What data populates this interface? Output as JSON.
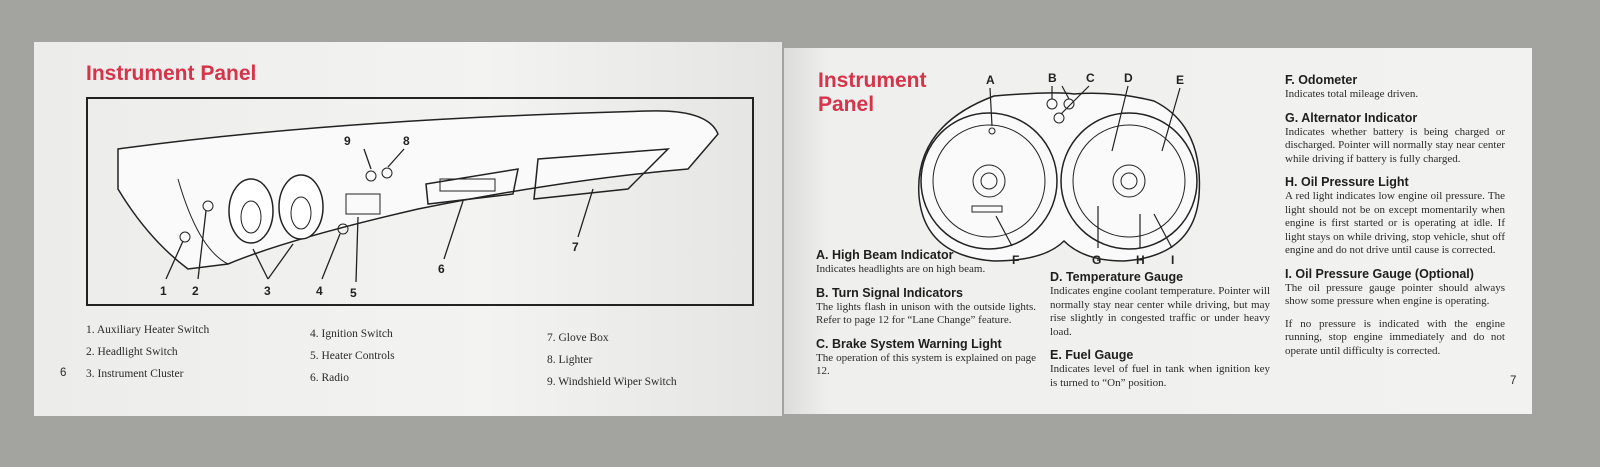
{
  "left_page": {
    "title": "Instrument Panel",
    "page_number": "6",
    "callouts": [
      "1",
      "2",
      "3",
      "4",
      "5",
      "6",
      "7",
      "8",
      "9"
    ],
    "legend": [
      "1. Auxiliary Heater Switch",
      "2. Headlight Switch",
      "3. Instrument Cluster",
      "4. Ignition Switch",
      "5. Heater Controls",
      "6. Radio",
      "7. Glove Box",
      "8. Lighter",
      "9. Windshield Wiper Switch"
    ]
  },
  "right_page": {
    "title_line1": "Instrument",
    "title_line2": "Panel",
    "page_number": "7",
    "callouts": [
      "A",
      "B",
      "C",
      "D",
      "E",
      "F",
      "G",
      "H",
      "I"
    ],
    "sections": [
      {
        "heading": "A. High Beam Indicator",
        "body": "Indicates headlights are on high beam."
      },
      {
        "heading": "B. Turn Signal Indicators",
        "body": "The lights flash in unison with the outside lights. Refer to page 12 for “Lane Change” feature."
      },
      {
        "heading": "C. Brake System Warning Light",
        "body": "The operation of this system is explained on page 12."
      },
      {
        "heading": "D. Temperature Gauge",
        "body": "Indicates engine coolant temperature. Pointer will normally stay near center while driving, but may rise slightly in congested traffic or under heavy load."
      },
      {
        "heading": "E. Fuel Gauge",
        "body": "Indicates level of fuel in tank when ignition key is turned to “On” position."
      },
      {
        "heading": "F. Odometer",
        "body": "Indicates total mileage driven."
      },
      {
        "heading": "G. Alternator Indicator",
        "body": "Indicates whether battery is being charged or discharged. Pointer will normally stay near center while driving if battery is fully charged."
      },
      {
        "heading": "H. Oil Pressure Light",
        "body": "A red light indicates low engine oil pressure. The light should not be on except momentarily when engine is first started or is operating at idle. If light stays on while driving, stop vehicle, shut off engine and do not drive until cause is corrected."
      },
      {
        "heading": "I. Oil Pressure Gauge (Optional)",
        "body": "The oil pressure gauge pointer should always show some pressure when engine is operating."
      }
    ],
    "note": "If no pressure is indicated with the engine running, stop engine immediately and do not operate until difficulty is corrected."
  },
  "colors": {
    "title_red": "#d6344a"
  }
}
